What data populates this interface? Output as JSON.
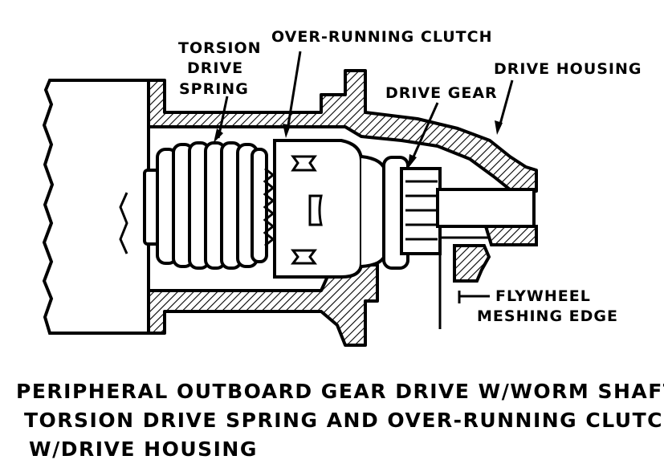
{
  "labels": {
    "torsion_line1": "TORSION",
    "torsion_line2": "DRIVE",
    "torsion_line3": "SPRING",
    "clutch": "OVER-RUNNING CLUTCH",
    "housing": "DRIVE HOUSING",
    "gear": "DRIVE GEAR",
    "flywheel_line1": "FLYWHEEL",
    "flywheel_line2": "MESHING EDGE"
  },
  "caption": {
    "line1": "PERIPHERAL OUTBOARD GEAR DRIVE W/WORM SHAFT,",
    "line2": "TORSION DRIVE SPRING AND OVER-RUNNING CLUTCH",
    "line3": "W/DRIVE HOUSING"
  },
  "colors": {
    "ink": "#000000",
    "paper": "#ffffff"
  }
}
